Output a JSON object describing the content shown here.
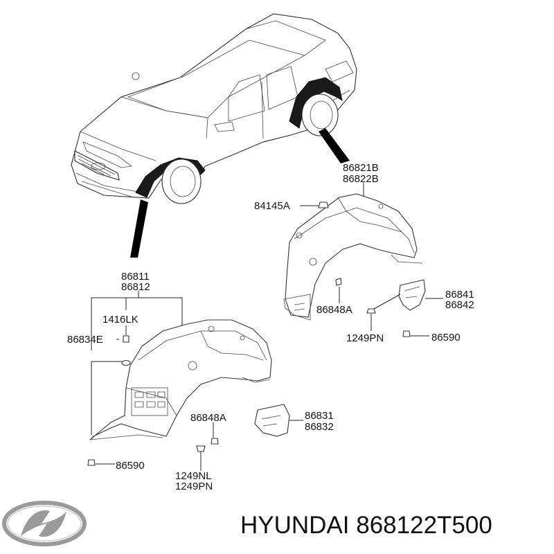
{
  "labels": {
    "rear_liner_a": "86821B",
    "rear_liner_b": "86822B",
    "rear_nut": "84145A",
    "rear_clip": "86848A",
    "rear_flap_a": "86841",
    "rear_flap_b": "86842",
    "rear_screw": "1249PN",
    "rear_nut2": "86590",
    "front_liner_a": "86811",
    "front_liner_b": "86812",
    "front_bolt": "1416LK",
    "front_clip": "86834E",
    "front_clip2": "86848A",
    "front_flap_a": "86831",
    "front_flap_b": "86832",
    "front_nut": "86590",
    "front_screw_a": "1249NL",
    "front_screw_b": "1249PN"
  },
  "brand": {
    "text": "HYUNDAI 868122T500",
    "logo_icon": "hyundai-logo-icon"
  },
  "colors": {
    "ink": "#111111",
    "callout": "#000000",
    "logo": "#9a9a9a"
  }
}
